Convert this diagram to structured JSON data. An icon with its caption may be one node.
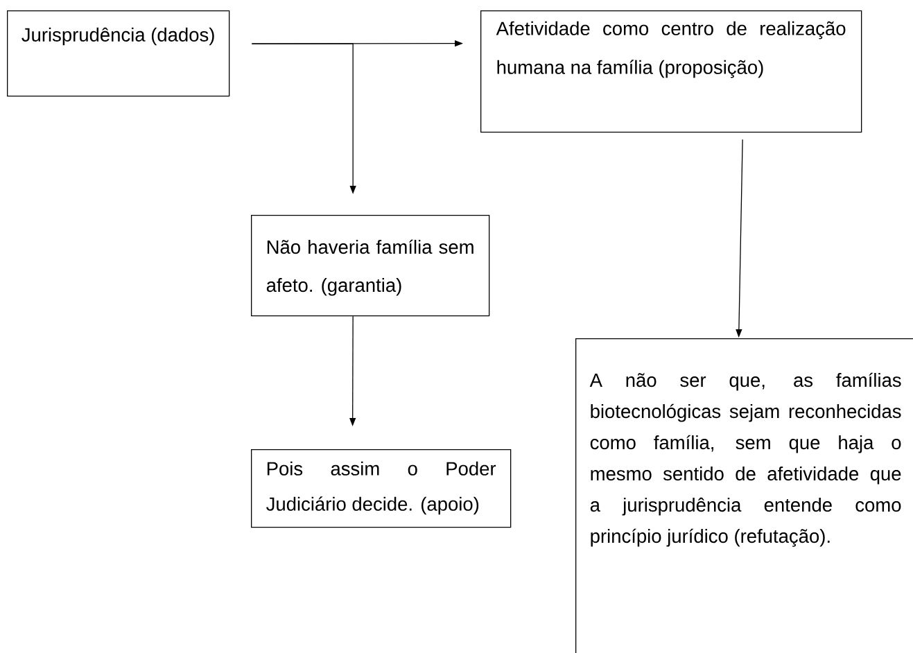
{
  "diagram": {
    "nodes": [
      {
        "text": [
          "Jurisprudência (dados)"
        ]
      },
      {
        "text": [
          "Afetividade como centro de realização humana na família (proposição)"
        ]
      },
      {
        "text": [
          "Não haveria família sem afeto. (garantia)"
        ]
      },
      {
        "text": [
          "Pois assim o Poder Judiciário decide. (apoio)"
        ]
      },
      {
        "text": [
          "A não ser que, as famílias biotecnológicas sejam reconhecidas como família, sem que haja o mesmo sentido de afetividade que a jurisprudência entende como princípio jurídico (refutação)."
        ]
      }
    ],
    "edges": [
      {
        "from": 0,
        "to": 1,
        "arrow": "to"
      },
      {
        "from": 0,
        "to": 2,
        "arrow": "to"
      },
      {
        "from": 2,
        "to": 3,
        "arrow": "to"
      },
      {
        "from": 1,
        "to": 4,
        "arrow": "to"
      }
    ]
  }
}
